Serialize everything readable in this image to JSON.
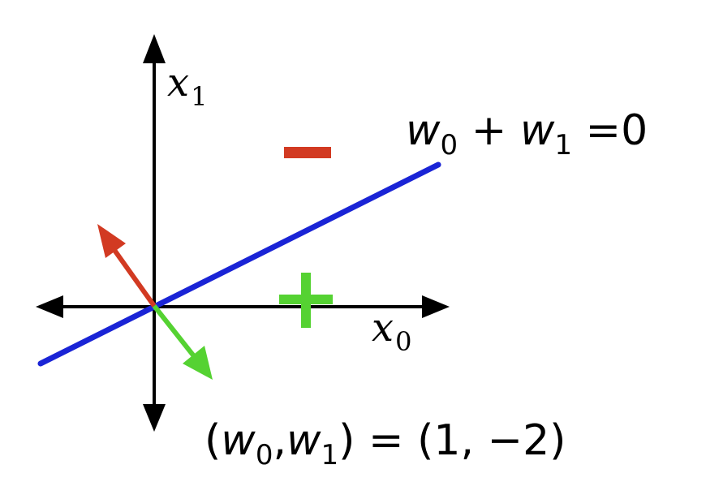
{
  "labels": {
    "x1_var": "x",
    "x1_sub": "1",
    "x0_var": "x",
    "x0_sub": "0",
    "boundary_w0": "w",
    "boundary_sub0": "0",
    "boundary_plus": " + ",
    "boundary_w1": "w",
    "boundary_sub1": "1",
    "boundary_eq": " =0",
    "weights_open": "(",
    "weights_w0": "w",
    "weights_sub0": "0",
    "weights_comma": ",",
    "weights_w1": "w",
    "weights_sub1": "1",
    "weights_rest": ") = (1, −2)"
  },
  "colors": {
    "axis": "#000000",
    "boundary_line": "#1a24d6",
    "red_arrow": "#d23a22",
    "green_arrow": "#55d232",
    "minus_sign": "#d23a22",
    "plus_sign": "#55d232"
  },
  "icons": {
    "minus_region": "minus-sign",
    "plus_region": "plus-sign"
  }
}
